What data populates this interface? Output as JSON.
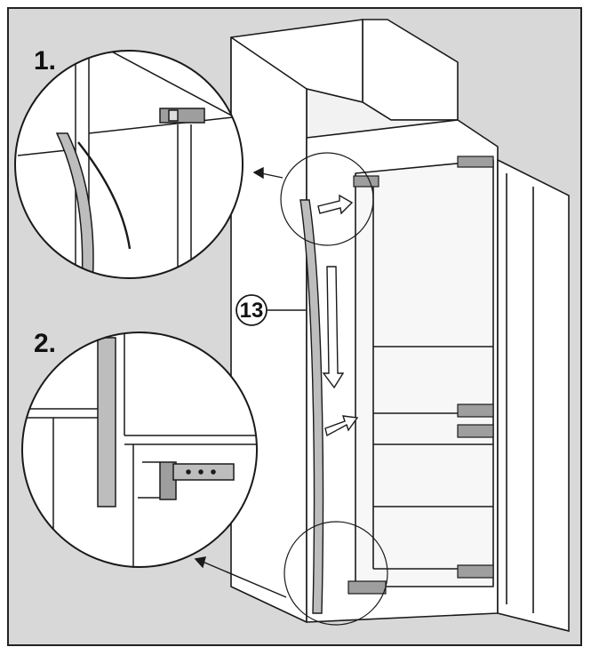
{
  "steps": {
    "step1_label": "1.",
    "step2_label": "2."
  },
  "callout": {
    "part_number": "13"
  },
  "colors": {
    "background": "#d8d8d8",
    "panel": "#ffffff",
    "line": "#1a1a1a",
    "strip": "#bdbdbd",
    "hinge": "#9e9e9e"
  }
}
